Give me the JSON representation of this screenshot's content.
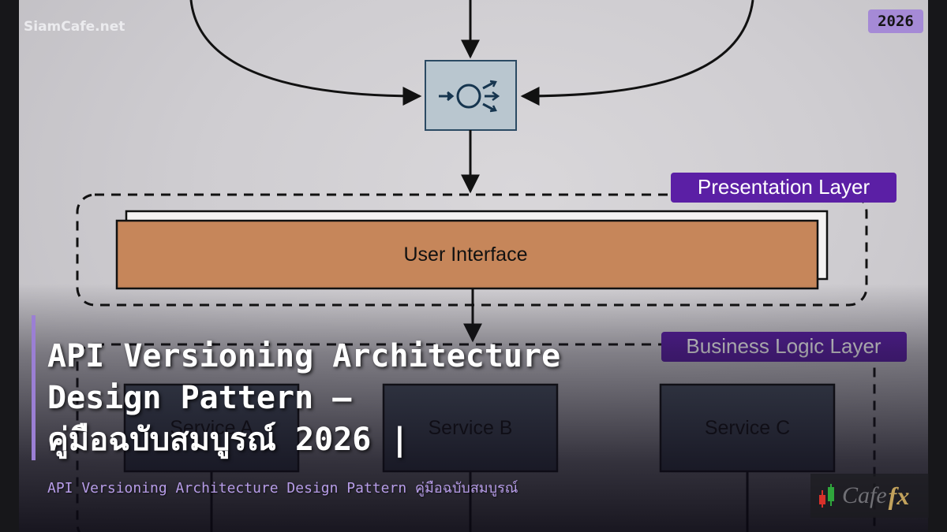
{
  "watermark": "SiamCafe.net",
  "year_badge": "2026",
  "diagram": {
    "layers": [
      {
        "name": "Presentation Layer",
        "color": "#5b1fa5"
      },
      {
        "name": "Business Logic Layer",
        "color": "#5b1fa5"
      }
    ],
    "components": [
      {
        "name": "User Interface",
        "color": "#c6865a"
      },
      {
        "name": "Service A",
        "color": "#4f5968"
      },
      {
        "name": "Service B",
        "color": "#4f5968"
      },
      {
        "name": "Service C",
        "color": "#4f5968"
      }
    ],
    "router_icon": "load-balancer-icon"
  },
  "headline": {
    "line1": "API Versioning Architecture",
    "line2": "Design Pattern —",
    "line3": "คู่มือฉบับสมบูรณ์ 2026 |"
  },
  "subtitle": "API Versioning Architecture Design Pattern คู่มือฉบับสมบูรณ์",
  "logo": {
    "text1": "Cafe",
    "text2": "fx"
  }
}
